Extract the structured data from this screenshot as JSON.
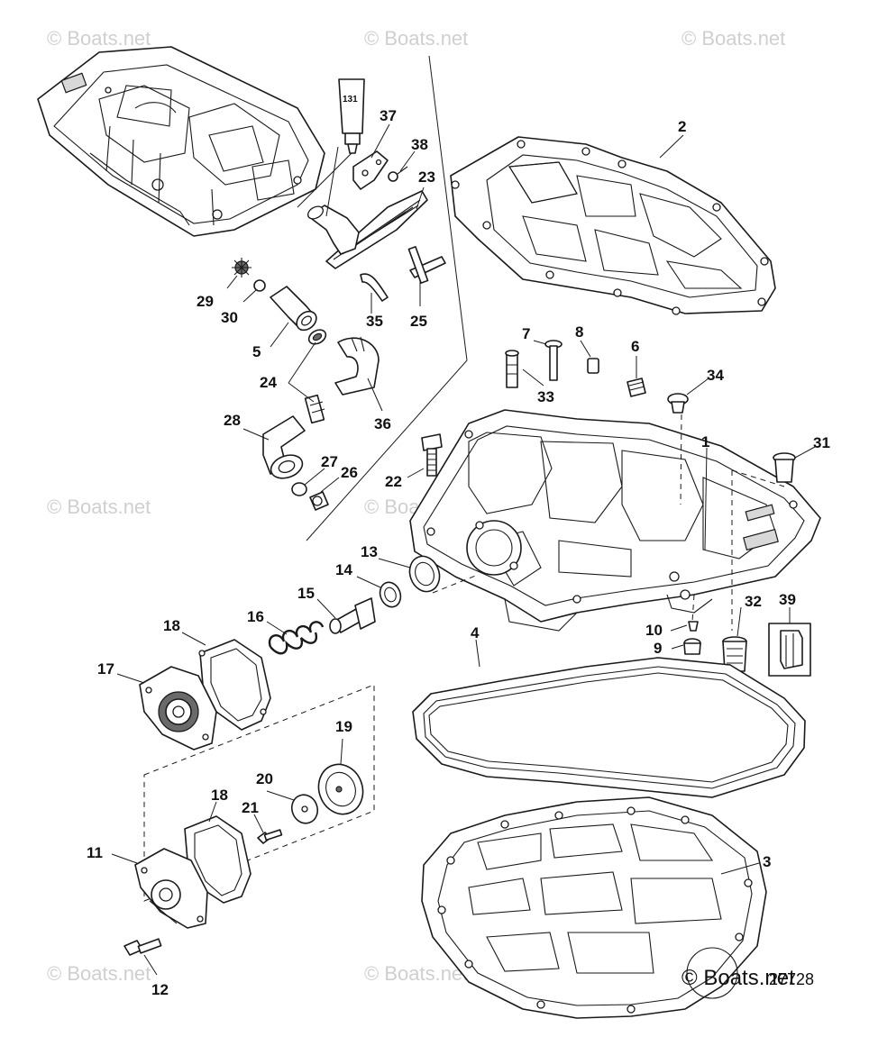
{
  "watermark": "© Boats.net",
  "corner_text": "© Boats.net",
  "drawing_number": "27728",
  "tube_label": "131",
  "callouts": {
    "c1": "1",
    "c2": "2",
    "c3": "3",
    "c4": "4",
    "c5": "5",
    "c6": "6",
    "c7": "7",
    "c8": "8",
    "c9": "9",
    "c10": "10",
    "c11": "11",
    "c12": "12",
    "c13": "13",
    "c14": "14",
    "c15": "15",
    "c16": "16",
    "c17": "17",
    "c18a": "18",
    "c18b": "18",
    "c19": "19",
    "c20": "20",
    "c21": "21",
    "c22": "22",
    "c23": "23",
    "c24": "24",
    "c25": "25",
    "c26": "26",
    "c27": "27",
    "c28": "28",
    "c29": "29",
    "c30": "30",
    "c31": "31",
    "c32": "32",
    "c33": "33",
    "c34": "34",
    "c35": "35",
    "c36": "36",
    "c37": "37",
    "c38": "38",
    "c39": "39"
  }
}
